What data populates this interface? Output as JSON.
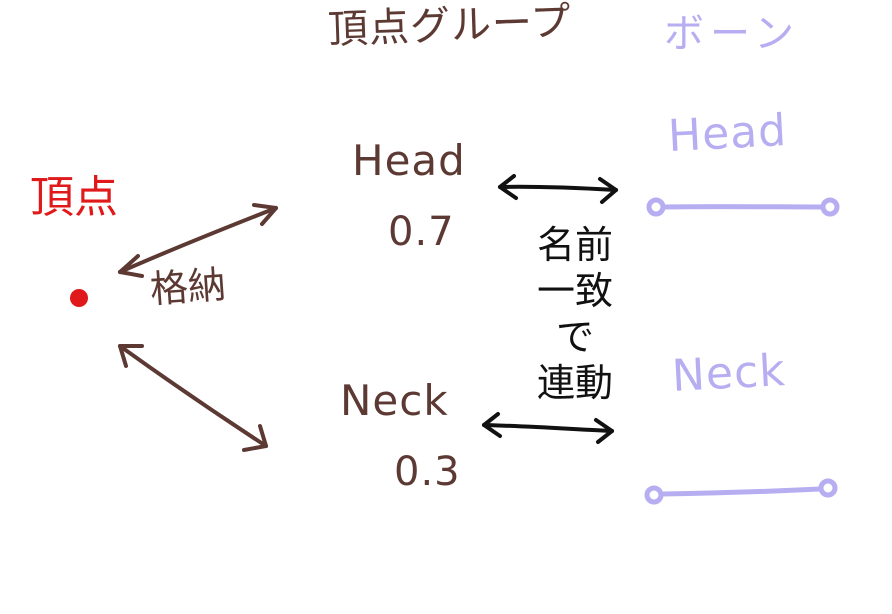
{
  "headers": {
    "vertex_group": "頂点グループ",
    "bone": "ボーン"
  },
  "vertex": {
    "label": "頂点"
  },
  "storage_label": "格納",
  "groups": [
    {
      "name": "Head",
      "weight": "0.7"
    },
    {
      "name": "Neck",
      "weight": "0.3"
    }
  ],
  "bones": [
    {
      "name": "Head"
    },
    {
      "name": "Neck"
    }
  ],
  "link_note": [
    "名前",
    "一致",
    "で",
    "連動"
  ],
  "colors": {
    "vertex": "#e01a1a",
    "group_ink": "#5c3a33",
    "bone_ink": "#b7aef2",
    "note_ink": "#111111"
  }
}
